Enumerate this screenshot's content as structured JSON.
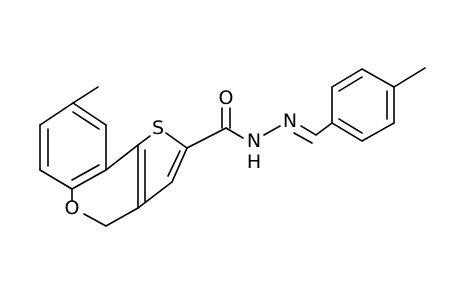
{
  "molecule": {
    "atom_labels": {
      "sulfur": "S",
      "ring_oxygen": "O",
      "carbonyl_oxygen": "O",
      "amide_nitrogen": "N",
      "amide_hydrogen": "H",
      "imine_nitrogen": "N"
    },
    "colors": {
      "bond": "#000000",
      "text": "#000000",
      "background": "#ffffff"
    }
  }
}
